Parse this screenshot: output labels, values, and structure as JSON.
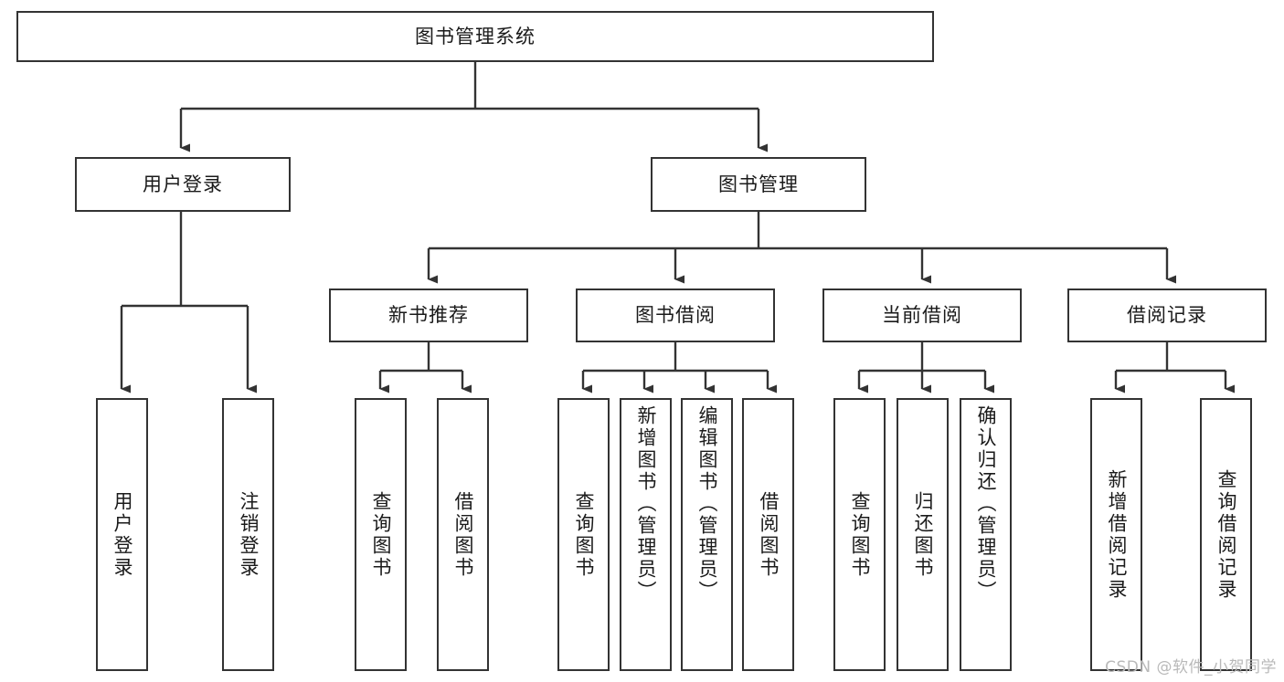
{
  "diagram": {
    "type": "tree-hierarchy-chart",
    "title": "图书管理系统",
    "orientation": "top-down",
    "colors": {
      "background": "#ffffff",
      "node_border": "#333333",
      "node_fill": "#ffffff",
      "edge": "#333333",
      "text": "#1a1a1a",
      "watermark": "#b9b9b9"
    }
  },
  "root": {
    "label": "图书管理系统"
  },
  "level2": [
    {
      "label": "用户登录"
    },
    {
      "label": "图书管理"
    }
  ],
  "level3": [
    {
      "label": "新书推荐"
    },
    {
      "label": "图书借阅"
    },
    {
      "label": "当前借阅"
    },
    {
      "label": "借阅记录"
    }
  ],
  "leaves": {
    "user_login": [
      {
        "label": "用户登录"
      },
      {
        "label": "注销登录"
      }
    ],
    "new_book_recommend": [
      {
        "label": "查询图书"
      },
      {
        "label": "借阅图书"
      }
    ],
    "book_borrow": [
      {
        "label": "查询图书"
      },
      {
        "label": "新增图书（管理员）"
      },
      {
        "label": "编辑图书（管理员）"
      },
      {
        "label": "借阅图书"
      }
    ],
    "current_borrow": [
      {
        "label": "查询图书"
      },
      {
        "label": "归还图书"
      },
      {
        "label": "确认归还（管理员）"
      }
    ],
    "borrow_record": [
      {
        "label": "新增借阅记录"
      },
      {
        "label": "查询借阅记录"
      }
    ]
  },
  "watermark": {
    "text": "CSDN @软件_小贺同学"
  }
}
